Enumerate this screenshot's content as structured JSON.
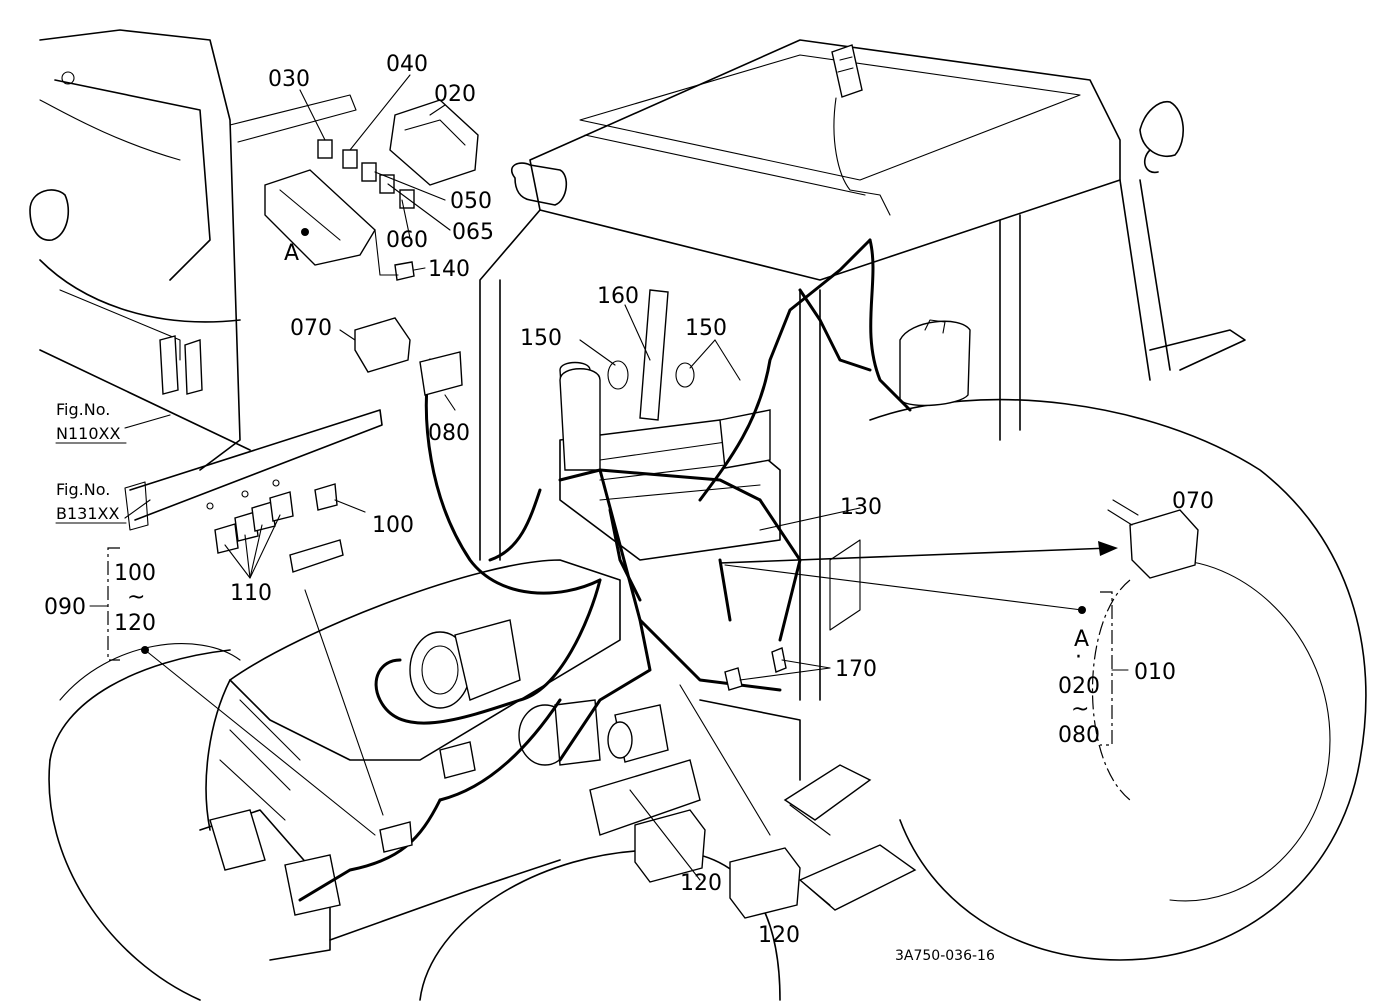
{
  "callouts": {
    "c030": "030",
    "c040": "040",
    "c020": "020",
    "c050": "050",
    "c060": "060",
    "c065": "065",
    "c140": "140",
    "c070_top": "070",
    "c080": "080",
    "c160": "160",
    "c150_left": "150",
    "c150_right": "150",
    "c130": "130",
    "c100": "100",
    "c110": "110",
    "c170": "170",
    "c120_left": "120",
    "c120_right": "120",
    "c070_right": "070",
    "c010": "010"
  },
  "ref_a": "A",
  "group_090": {
    "label": "090",
    "from": "100",
    "range": "~",
    "to": "120"
  },
  "group_010": {
    "a": "A",
    "dot": "·",
    "from": "020",
    "range": "~",
    "to": "080"
  },
  "fig_refs": [
    {
      "prefix": "Fig.No.",
      "code": "N110XX"
    },
    {
      "prefix": "Fig.No.",
      "code": "B131XX"
    }
  ],
  "drawing_code": "3A750-036-16"
}
